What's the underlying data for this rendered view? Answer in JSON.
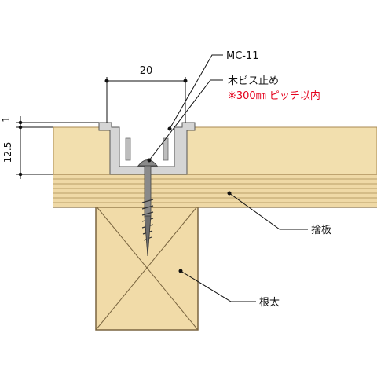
{
  "dimensions": {
    "width_label": "20",
    "height_label": "12.5",
    "top_label": "1"
  },
  "labels": {
    "profile": "MC-11",
    "screw": "木ビス止め",
    "pitch": "※300㎜ ピッチ以内",
    "subfloor": "捨板",
    "joist": "根太"
  },
  "colors": {
    "wood": "#f2dfae",
    "wood_line": "#a88a53",
    "joist_wood": "#f1dba8",
    "aluminium": "#d5d5d5",
    "screw": "#6e6e6e",
    "note_red": "#e4001c"
  }
}
